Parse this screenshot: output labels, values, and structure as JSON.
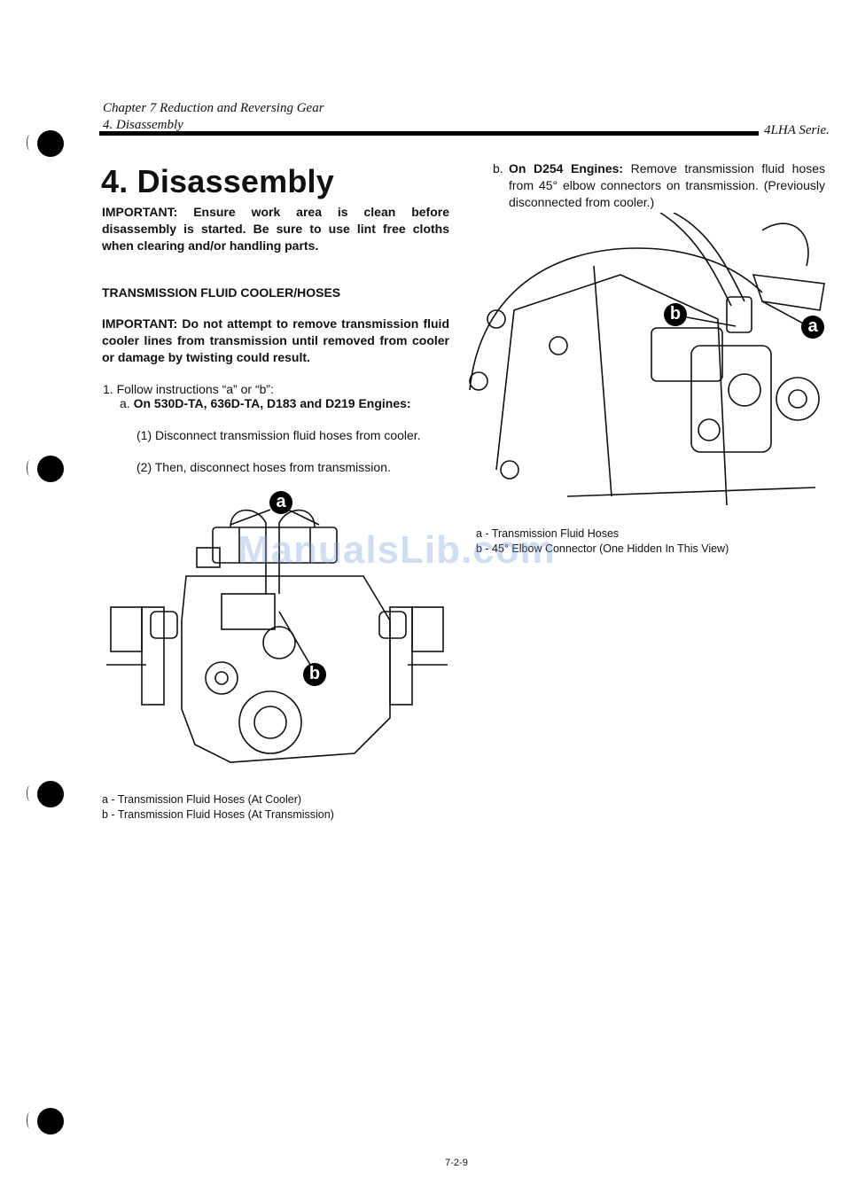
{
  "header": {
    "chapter": "Chapter 7 Reduction and Reversing Gear",
    "section": "4. Disassembly",
    "series": "4LHA Serie."
  },
  "title": "4. Disassembly",
  "important1": "IMPORTANT: Ensure work area is clean before disassembly is started. Be sure to use lint free cloths when clearing and/or handling parts.",
  "subheading": "TRANSMISSION FLUID COOLER/HOSES",
  "important2": "IMPORTANT: Do not attempt to remove transmission fluid cooler lines from transmission until removed from cooler or damage by twisting could result.",
  "steps": {
    "step1": "1. Follow instructions “a” or “b”:",
    "a_label": "a.",
    "a_bold": "On 530D-TA, 636D-TA, D183 and D219 Engines:",
    "a1": "(1) Disconnect transmission fluid hoses from cooler.",
    "a2": "(2) Then, disconnect hoses from transmission.",
    "b_label": "b.",
    "b_bold": "On D254 Engines:",
    "b_text": "Remove transmission fluid hoses from 45° elbow connectors on transmission. (Previously disconnected from cooler.)"
  },
  "figure_left": {
    "callout_a": "a",
    "callout_b": "b",
    "caption_a": "a - Transmission Fluid Hoses (At Cooler)",
    "caption_b": "b - Transmission Fluid Hoses (At Transmission)"
  },
  "figure_right": {
    "callout_a": "a",
    "callout_b": "b",
    "caption_a": "a - Transmission Fluid Hoses",
    "caption_b": "b - 45° Elbow Connector (One Hidden In This View)"
  },
  "watermark": "ManualsLib.com",
  "page_number": "7-2-9"
}
